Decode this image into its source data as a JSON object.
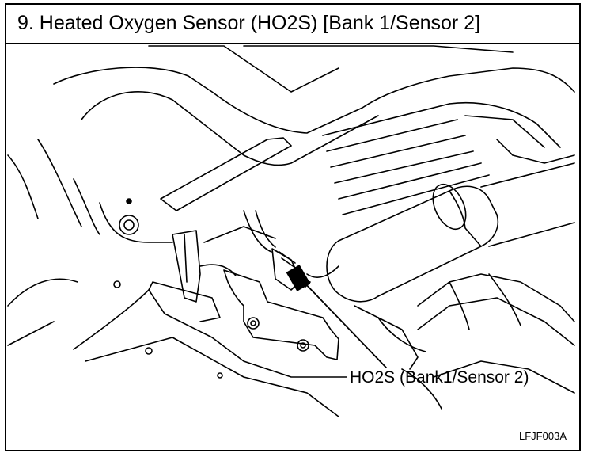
{
  "header": {
    "title": "9. Heated Oxygen Sensor (HO2S) [Bank 1/Sensor 2]"
  },
  "figure": {
    "callout_label": "HO2S (Bank1/Sensor 2)",
    "figure_code": "LFJF003A"
  },
  "colors": {
    "line": "#000000",
    "background": "#ffffff"
  }
}
